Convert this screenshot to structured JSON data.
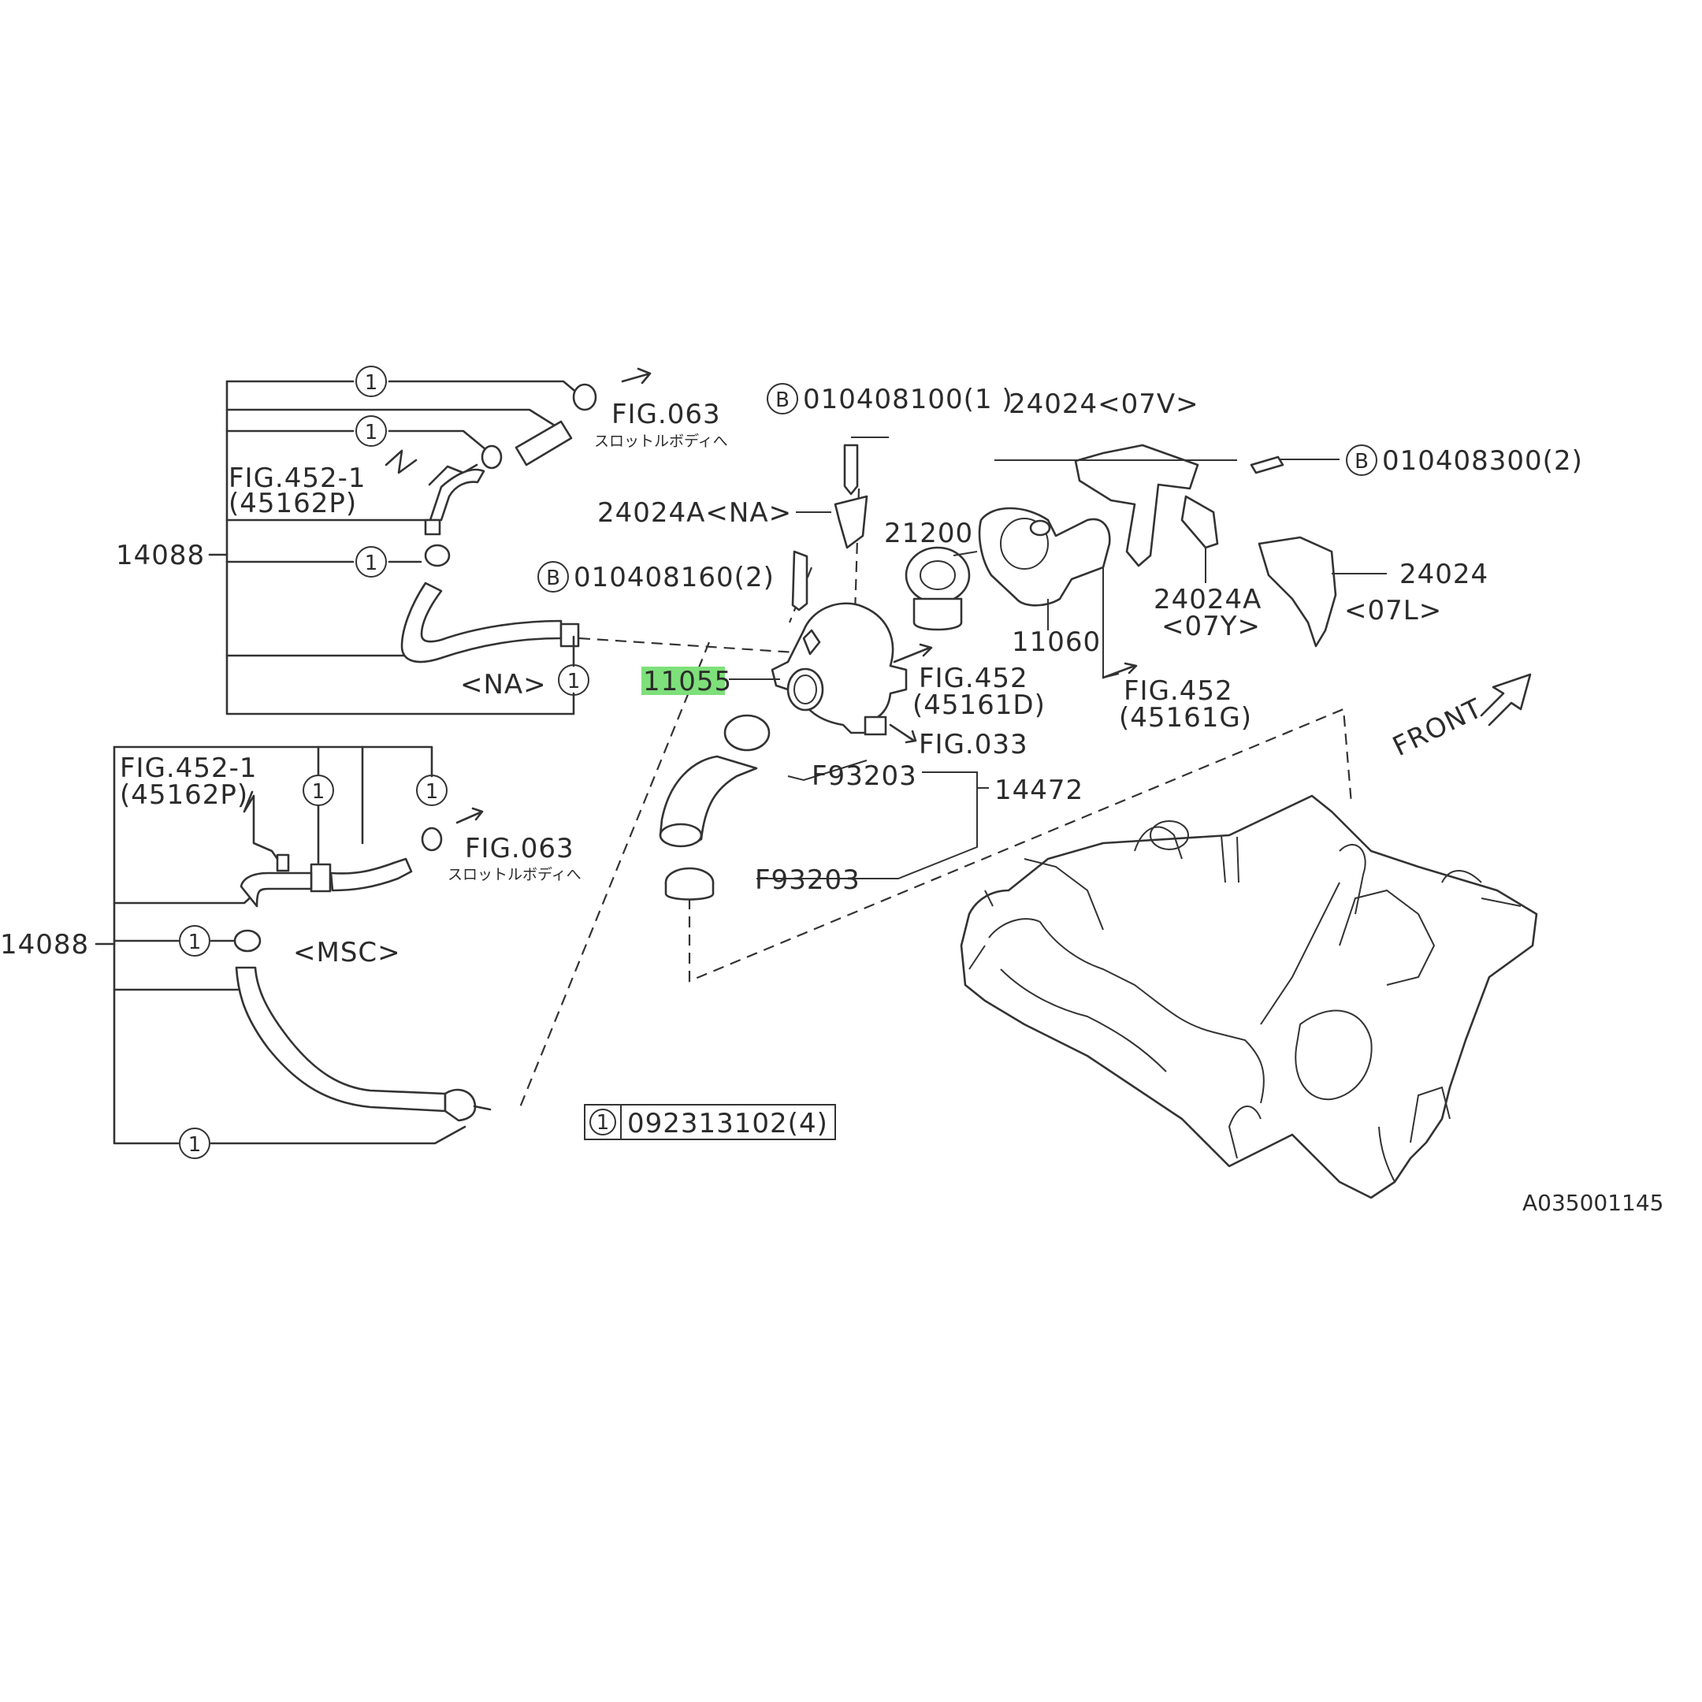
{
  "labels": {
    "fig063_top": "FIG.063",
    "jp_throttle_top": "スロットルボディへ",
    "fig452_1_top": "FIG.452-1",
    "p45162_top": "(45162P)",
    "p14088_top": "14088",
    "na": "<NA>",
    "b010408100": "010408100(1 )",
    "p24024_07v": "24024<07V>",
    "b010408300": "010408300(2)",
    "p24024a_na": "24024A<NA>",
    "p21200": "21200",
    "b010408160": "010408160(2)",
    "p24024_07l_a": "24024",
    "p24024_07l_b": "<07L>",
    "p24024a_07y_a": "24024A",
    "p24024a_07y_b": "<07Y>",
    "p11060": "11060",
    "p11055": "11055",
    "fig452_d": "FIG.452",
    "p45161d": "(45161D)",
    "fig452_g": "FIG.452",
    "p45161g": "(45161G)",
    "fig033": "FIG.033",
    "f93203_top": "F93203",
    "p14472": "14472",
    "front": "FRONT",
    "fig452_1_bot": "FIG.452-1",
    "p45162_bot": "(45162P)",
    "fig063_bot": "FIG.063",
    "jp_throttle_bot": "スロットルボディへ",
    "f93203_bot": "F93203",
    "p14088_bot": "14088",
    "msc": "<MSC>",
    "legend_part": "092313102(4)",
    "diagram_code": "A035001145",
    "ref_1": "1",
    "ref_b": "B"
  },
  "colors": {
    "line": "#333333",
    "highlight": "#7ee07a"
  }
}
